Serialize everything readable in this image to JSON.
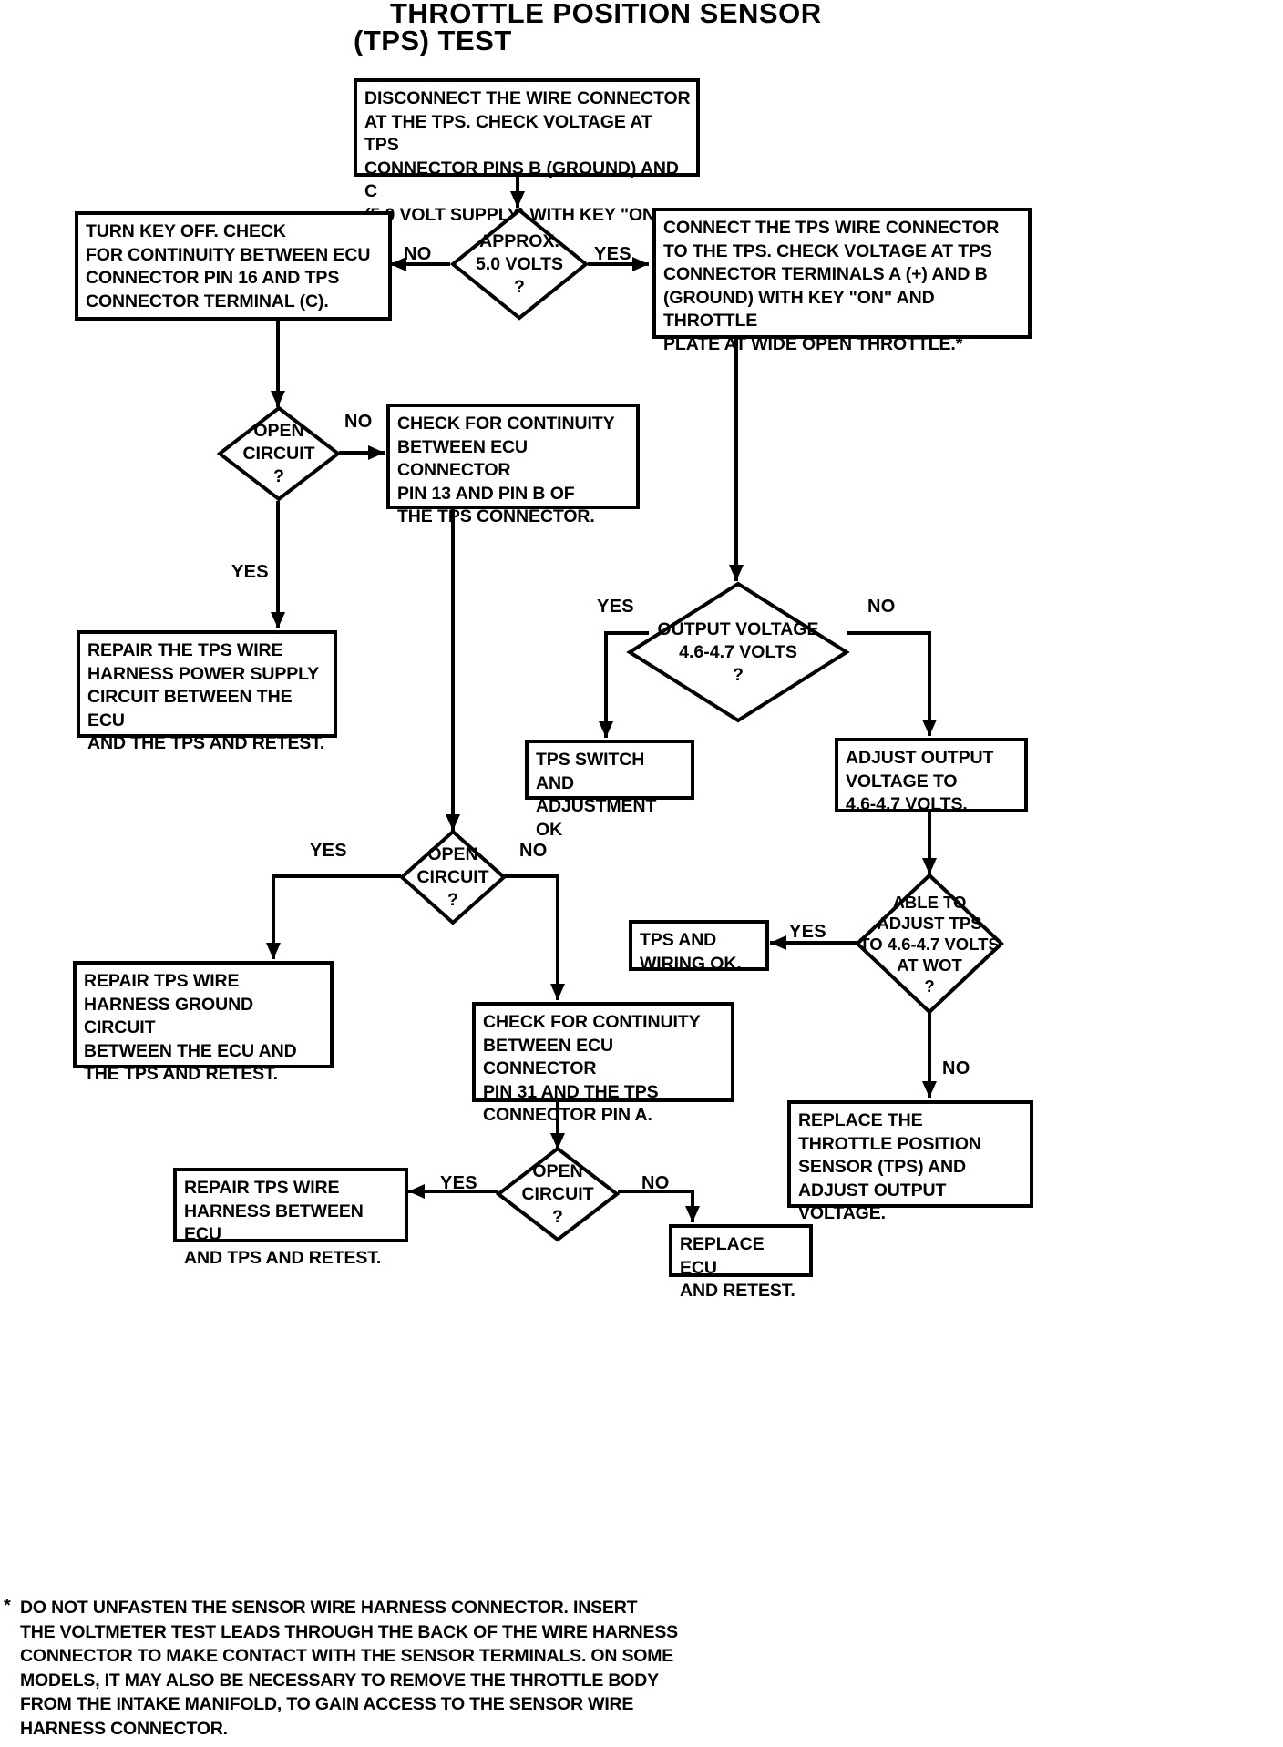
{
  "title": {
    "line1": "THROTTLE POSITION SENSOR",
    "line2": "(TPS) TEST"
  },
  "nodes": {
    "start": {
      "type": "process",
      "text": "DISCONNECT THE WIRE CONNECTOR\nAT THE TPS. CHECK VOLTAGE AT TPS\nCONNECTOR PINS B (GROUND) AND C\n(5.0 VOLT SUPPLY) WITH KEY \"ON\"."
    },
    "approx_5v": {
      "type": "decision",
      "text": "APPROX.\n5.0 VOLTS\n?"
    },
    "turn_key_off": {
      "type": "process",
      "text": "TURN KEY OFF. CHECK\nFOR CONTINUITY BETWEEN ECU\nCONNECTOR PIN 16 AND TPS\nCONNECTOR TERMINAL (C)."
    },
    "connect_tps": {
      "type": "process",
      "text": "CONNECT THE TPS WIRE CONNECTOR\nTO THE TPS. CHECK VOLTAGE AT TPS\nCONNECTOR TERMINALS A (+) AND B\n(GROUND) WITH KEY \"ON\" AND THROTTLE\nPLATE AT WIDE OPEN THROTTLE.*"
    },
    "open_circuit_1": {
      "type": "decision",
      "text": "OPEN\nCIRCUIT\n?"
    },
    "check_continuity_13": {
      "type": "process",
      "text": "CHECK FOR CONTINUITY\nBETWEEN ECU CONNECTOR\nPIN 13 AND PIN B OF\nTHE TPS CONNECTOR."
    },
    "repair_power_supply": {
      "type": "process",
      "text": "REPAIR THE TPS WIRE\nHARNESS POWER SUPPLY\nCIRCUIT BETWEEN THE ECU\nAND THE TPS AND RETEST."
    },
    "output_voltage": {
      "type": "decision",
      "text": "OUTPUT VOLTAGE\n4.6-4.7 VOLTS\n?"
    },
    "tps_switch_ok": {
      "type": "process",
      "text": "TPS SWITCH AND\nADJUSTMENT OK"
    },
    "adjust_output": {
      "type": "process",
      "text": "ADJUST OUTPUT\nVOLTAGE TO\n4.6-4.7 VOLTS."
    },
    "open_circuit_2": {
      "type": "decision",
      "text": "OPEN\nCIRCUIT\n?"
    },
    "repair_ground": {
      "type": "process",
      "text": "REPAIR TPS WIRE\nHARNESS GROUND CIRCUIT\nBETWEEN THE ECU AND\nTHE TPS AND RETEST."
    },
    "check_continuity_31": {
      "type": "process",
      "text": "CHECK FOR CONTINUITY\nBETWEEN ECU CONNECTOR\nPIN 31 AND THE TPS\nCONNECTOR PIN A."
    },
    "able_to_adjust": {
      "type": "decision",
      "text": "ABLE TO\nADJUST TPS\nTO 4.6-4.7 VOLTS\nAT WOT\n?"
    },
    "tps_wiring_ok": {
      "type": "process",
      "text": "TPS AND\nWIRING OK."
    },
    "replace_tps": {
      "type": "process",
      "text": "REPLACE THE\nTHROTTLE POSITION\nSENSOR (TPS) AND\nADJUST OUTPUT VOLTAGE."
    },
    "open_circuit_3": {
      "type": "decision",
      "text": "OPEN\nCIRCUIT\n?"
    },
    "repair_between": {
      "type": "process",
      "text": "REPAIR TPS WIRE\nHARNESS BETWEEN ECU\nAND TPS AND RETEST."
    },
    "replace_ecu": {
      "type": "process",
      "text": "REPLACE ECU\nAND RETEST."
    }
  },
  "edge_labels": {
    "approx_no": "NO",
    "approx_yes": "YES",
    "oc1_no": "NO",
    "oc1_yes": "YES",
    "ov_yes": "YES",
    "ov_no": "NO",
    "oc2_yes": "YES",
    "oc2_no": "NO",
    "able_yes": "YES",
    "able_no": "NO",
    "oc3_yes": "YES",
    "oc3_no": "NO"
  },
  "footnote": {
    "marker": "*",
    "text": "DO NOT UNFASTEN THE SENSOR WIRE HARNESS CONNECTOR. INSERT\nTHE VOLTMETER TEST LEADS THROUGH THE BACK OF THE WIRE HARNESS\nCONNECTOR TO MAKE CONTACT WITH THE SENSOR TERMINALS. ON SOME\nMODELS, IT MAY ALSO BE NECESSARY TO REMOVE THE THROTTLE BODY\nFROM THE INTAKE MANIFOLD, TO GAIN ACCESS TO THE SENSOR WIRE\nHARNESS CONNECTOR."
  },
  "colors": {
    "ink": "#000000",
    "paper": "#ffffff"
  }
}
